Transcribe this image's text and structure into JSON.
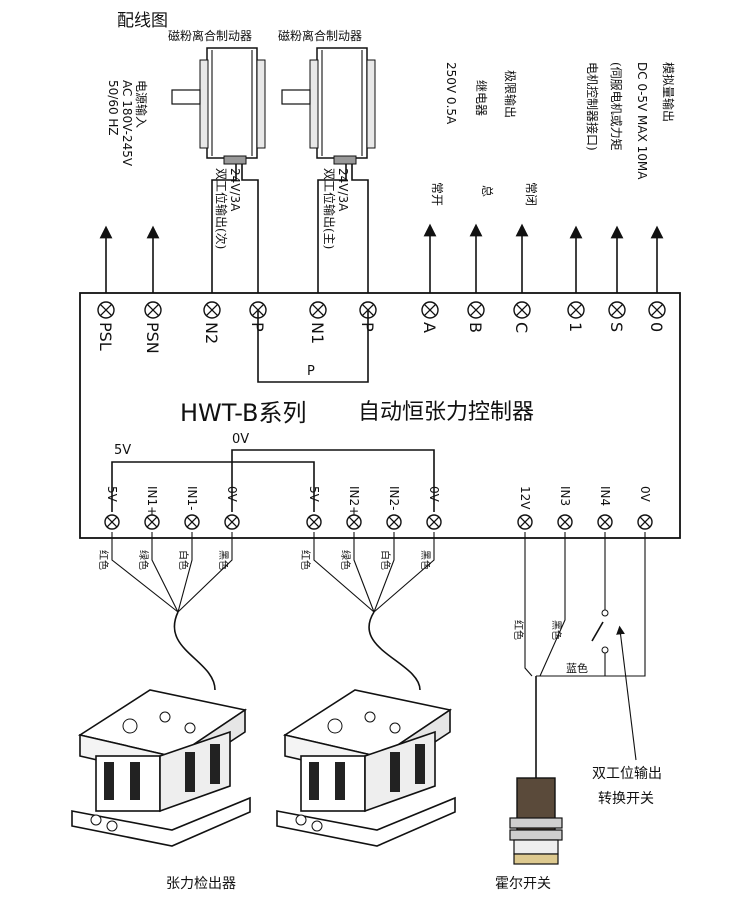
{
  "title": "配线图",
  "brakes": [
    {
      "label": "磁粉离合制动器",
      "output": "双工位输出(次)",
      "rating": "24V/3A"
    },
    {
      "label": "磁粉离合制动器",
      "output": "双工位输出(主)",
      "rating": "24V/3A"
    }
  ],
  "power": {
    "line1": "电源输入",
    "line2": "AC 180V-245V",
    "line3": "50/60 HZ"
  },
  "relay": {
    "line1": "极限输出",
    "line2": "继电器",
    "line3": "250V 0.5A",
    "no": "常开",
    "com": "总",
    "nc": "常闭"
  },
  "analog": {
    "line1": "模拟量输出",
    "line2": "DC 0-5V MAX 10MA",
    "line3": "(伺服电机或力矩",
    "line4": "电机控制器接口)"
  },
  "top_terminals": [
    "PSL",
    "PSN",
    "N2",
    "P",
    "N1",
    "P",
    "A",
    "B",
    "C",
    "1",
    "S",
    "0"
  ],
  "jumper_label": "P",
  "controller_title": "HWT-B系列",
  "controller_subtitle": "自动恒张力控制器",
  "rail_5v": "5V",
  "rail_0v": "0V",
  "bottom_terminals": [
    "5V",
    "IN1+",
    "IN1-",
    "0V",
    "5V",
    "IN2+",
    "IN2-",
    "0V",
    "12V",
    "IN3",
    "IN4",
    "0V"
  ],
  "wire_colors_sensor": [
    "红色",
    "绿色",
    "白色",
    "黑色"
  ],
  "wire_colors_hall": [
    "红色",
    "黑色",
    "蓝色"
  ],
  "switch_label_line1": "双工位输出",
  "switch_label_line2": "转换开关",
  "sensor_label": "张力检出器",
  "hall_label": "霍尔开关"
}
